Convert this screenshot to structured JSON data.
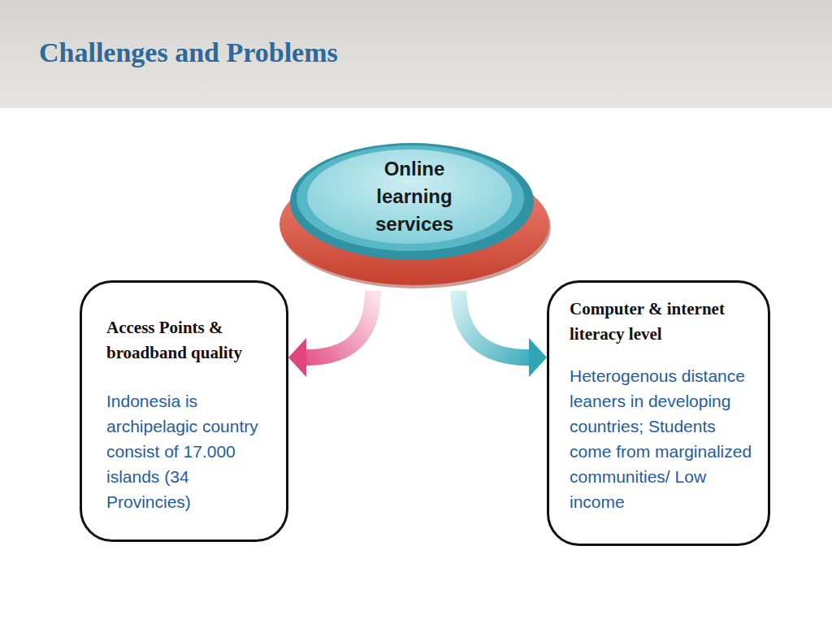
{
  "diagram": {
    "title": "Challenges and Problems",
    "nodes": [
      {
        "text": [
          "Online learning services"
        ]
      },
      {
        "text": [
          "Access Points & broadband quality",
          "Indonesia is archipelagic country consist of 17.000 islands (34 Provincies)"
        ]
      },
      {
        "text": [
          "Computer & internet literacy level",
          "Heterogenous distance leaners in developing countries; Students come from marginalized communities/ Low income"
        ]
      }
    ],
    "edges": [
      {
        "from": 0,
        "to": 1,
        "arrow": "to"
      },
      {
        "from": 0,
        "to": 2,
        "arrow": "to"
      }
    ]
  }
}
